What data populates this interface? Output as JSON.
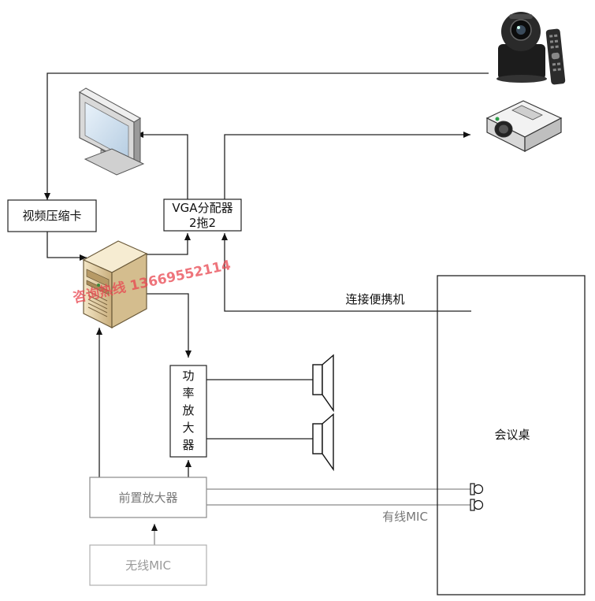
{
  "nodes": {
    "video_card": "视频压缩卡",
    "vga_splitter": [
      "VGA分配器",
      "2拖2"
    ],
    "power_amp": [
      "功",
      "率",
      "放",
      "大",
      "器"
    ],
    "preamp": "前置放大器",
    "wireless_mic": "无线MIC",
    "conference_table": "会议桌"
  },
  "labels": {
    "laptop": "连接便携机",
    "wired_mic": "有线MIC"
  },
  "watermark": "咨询热线 13669552114",
  "icons": [
    "monitor-icon",
    "ptz-camera-icon",
    "remote-control-icon",
    "projector-icon",
    "pc-tower-icon",
    "speaker-icon",
    "microphone-icon"
  ],
  "colors": {
    "line": "#222222",
    "grey_box": "#8a8a8a",
    "watermark": "#e8464f",
    "pc_body": "#e3cfa8"
  }
}
